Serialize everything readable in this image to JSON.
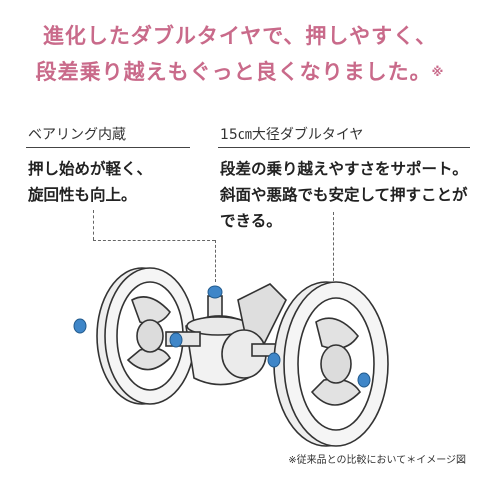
{
  "headline": {
    "line1": "進化したダブルタイヤで、押しやすく、",
    "line2": "段差乗り越えもぐっと良くなりました。",
    "mark": "※"
  },
  "features": [
    {
      "title": "ベアリング内蔵",
      "lines": [
        "押し始めが軽く、",
        "旋回性も向上。"
      ]
    },
    {
      "title": "15㎝大径ダブルタイヤ",
      "lines": [
        "段差の乗り越えやすさをサポート。",
        "斜面や悪路でも安定して押すことが",
        "できる。"
      ]
    }
  ],
  "note": "※従来品との比較において＊イメージ図",
  "colors": {
    "headline": "#c96a8a",
    "bearing": "#3f86c8"
  },
  "illustration": "double-tire-caster-illustration"
}
